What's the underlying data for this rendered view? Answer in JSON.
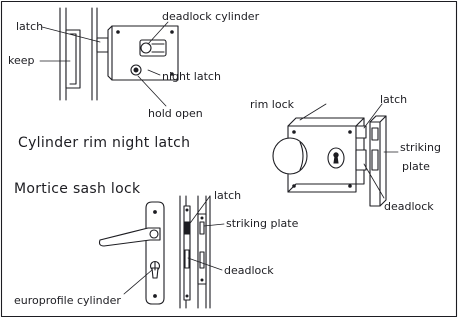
{
  "titles": {
    "cylinder_rim_night_latch": "Cylinder rim night latch",
    "mortice_sash_lock": "Mortice sash lock"
  },
  "labels": {
    "latch_top": "latch",
    "keep": "keep",
    "deadlock_cylinder": "deadlock cylinder",
    "night_latch": "night latch",
    "hold_open": "hold open",
    "rim_lock": "rim lock",
    "latch_right": "latch",
    "striking_plate_right_1": "striking",
    "striking_plate_right_2": "plate",
    "deadlock_right": "deadlock",
    "latch_mortice": "latch",
    "striking_plate_mortice": "striking plate",
    "deadlock_mortice": "deadlock",
    "europrofile_cylinder": "europrofile cylinder"
  }
}
